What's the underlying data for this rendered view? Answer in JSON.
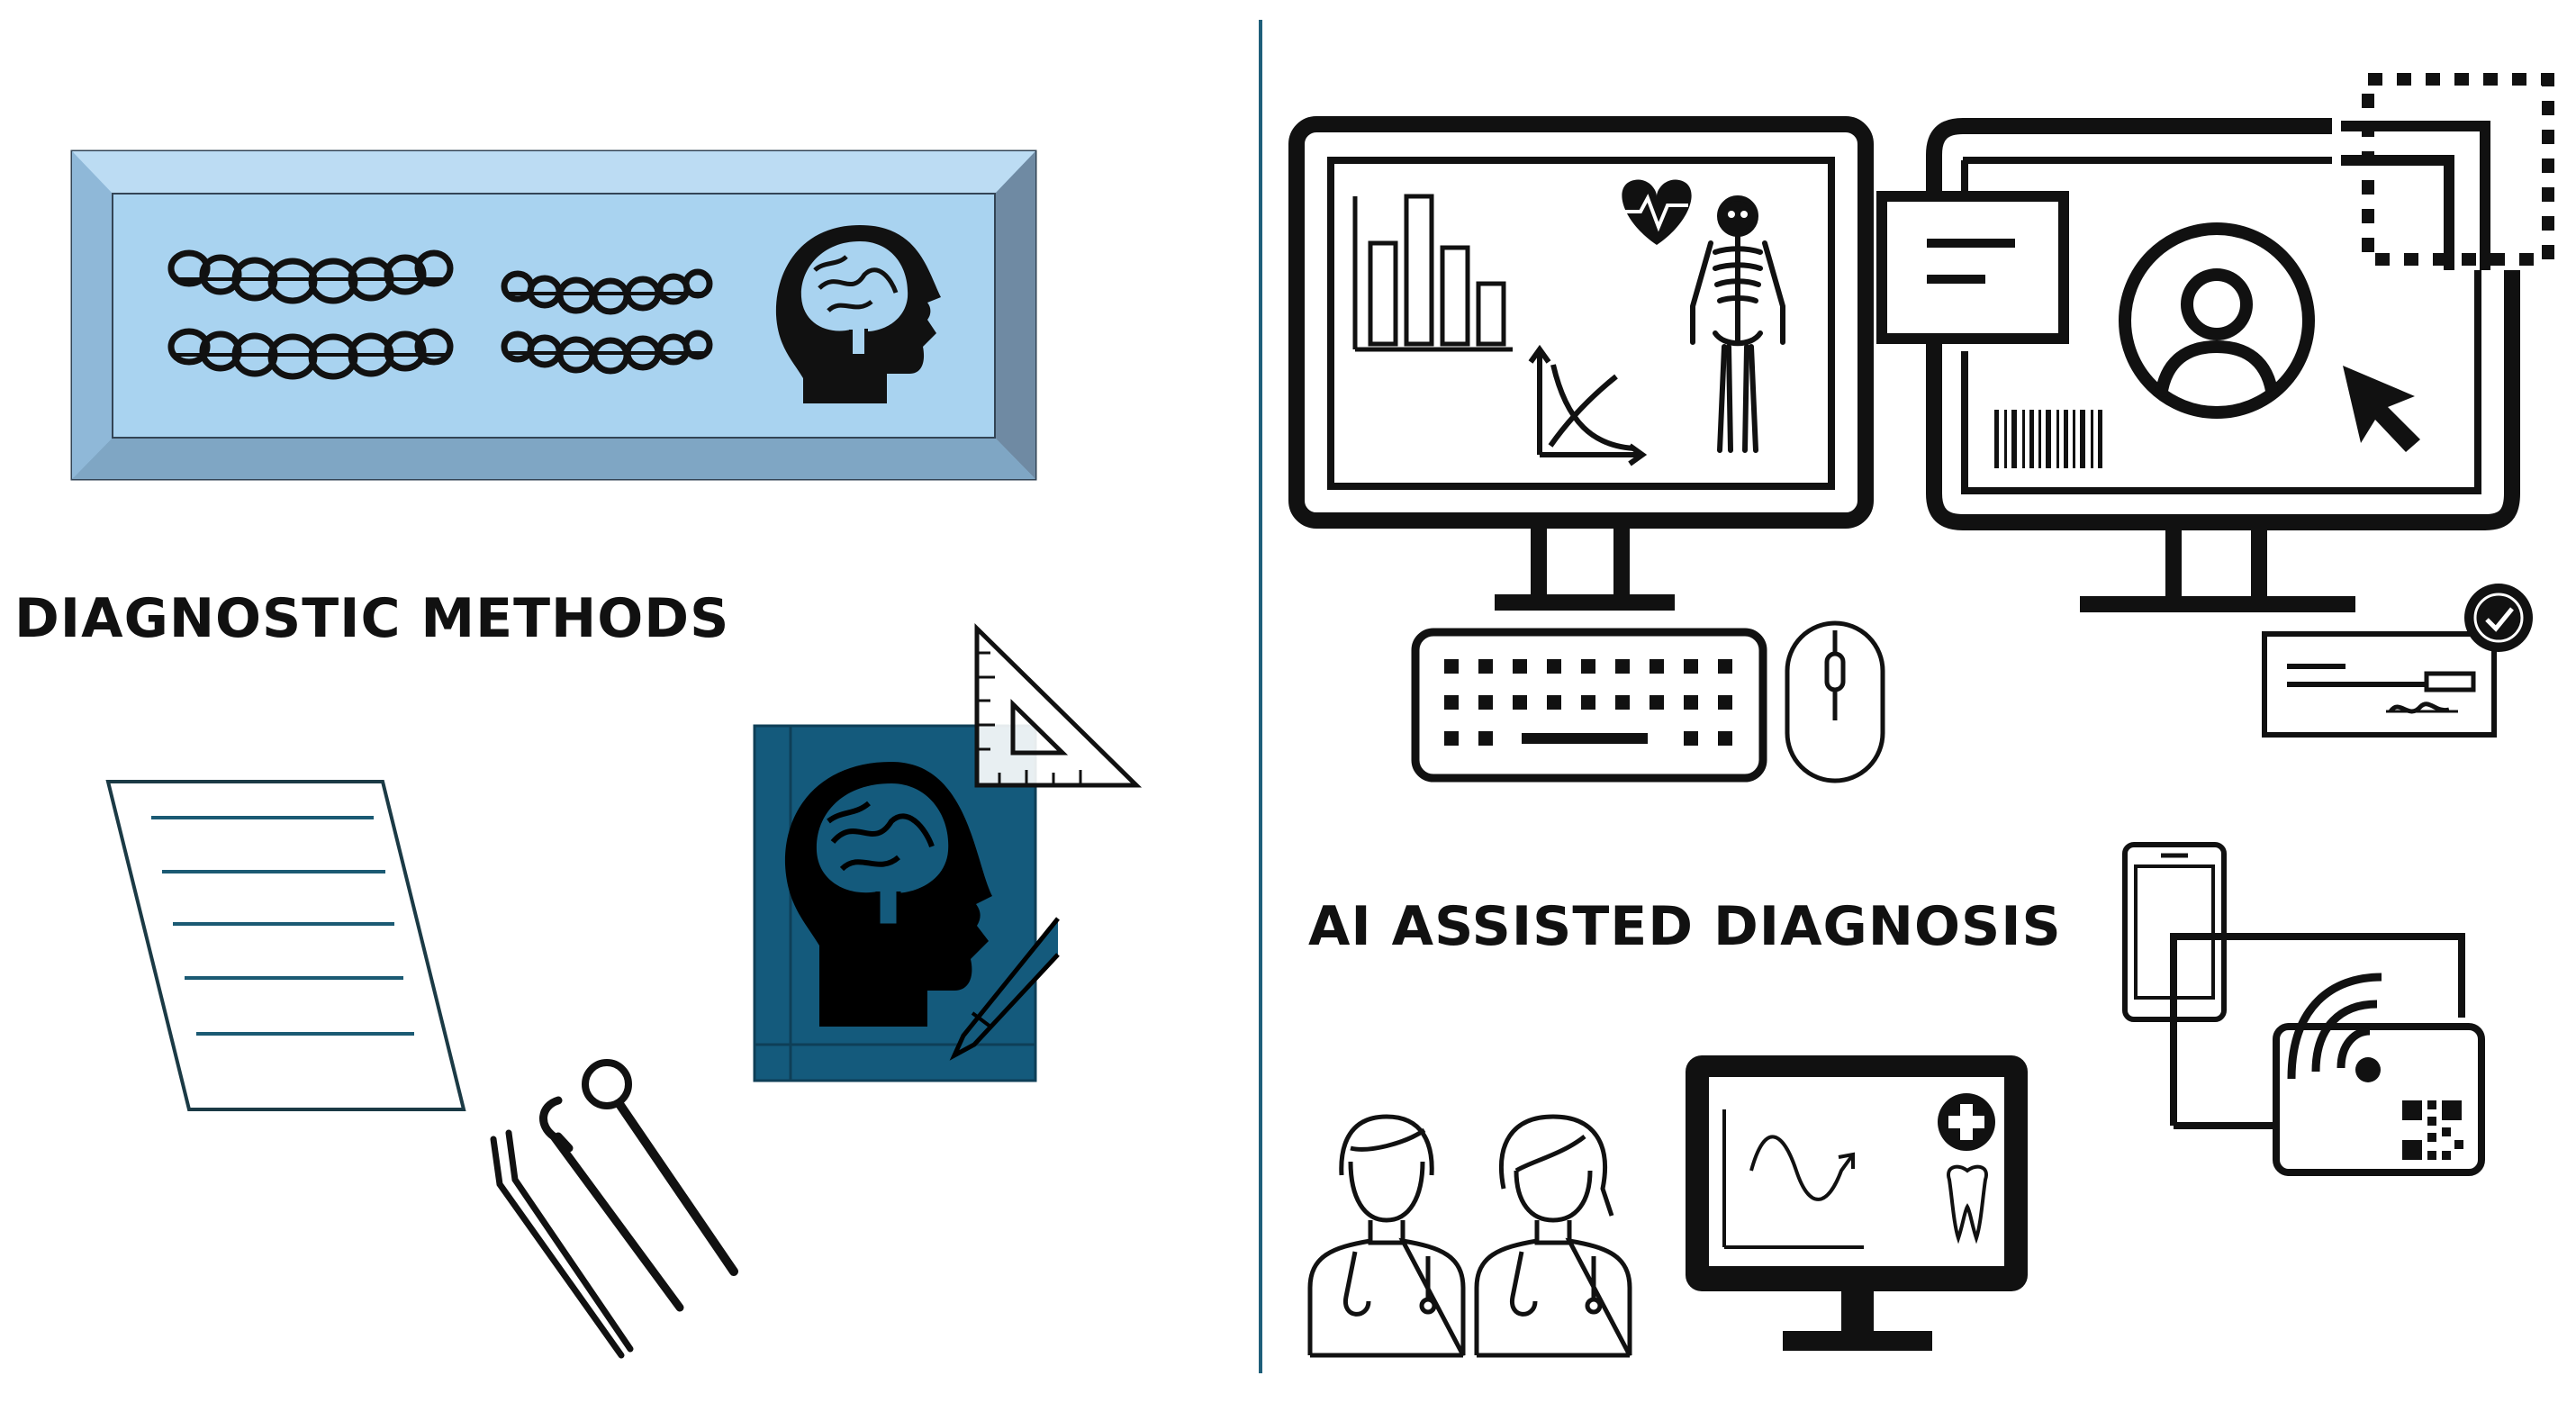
{
  "left_panel": {
    "title": "DIAGNOSTIC METHODS",
    "items": [
      "dental-cast-box",
      "head-brain-icon",
      "prescription-paper",
      "brain-scan-film",
      "set-square-ruler",
      "dental-instruments"
    ]
  },
  "right_panel": {
    "title": "AI ASSISTED DIAGNOSIS",
    "items": [
      "analytics-monitor",
      "patient-profile-monitor",
      "keyboard",
      "mouse",
      "verified-document",
      "smartphone-contactless-card",
      "doctors",
      "dental-monitor"
    ]
  },
  "colors": {
    "divider": "#1f5f7a",
    "box_light": "#9dc9ea",
    "box_face": "#a9d3f0",
    "scan_blue": "#145a7c",
    "line_teal": "#1b5a73",
    "ink": "#111111"
  }
}
